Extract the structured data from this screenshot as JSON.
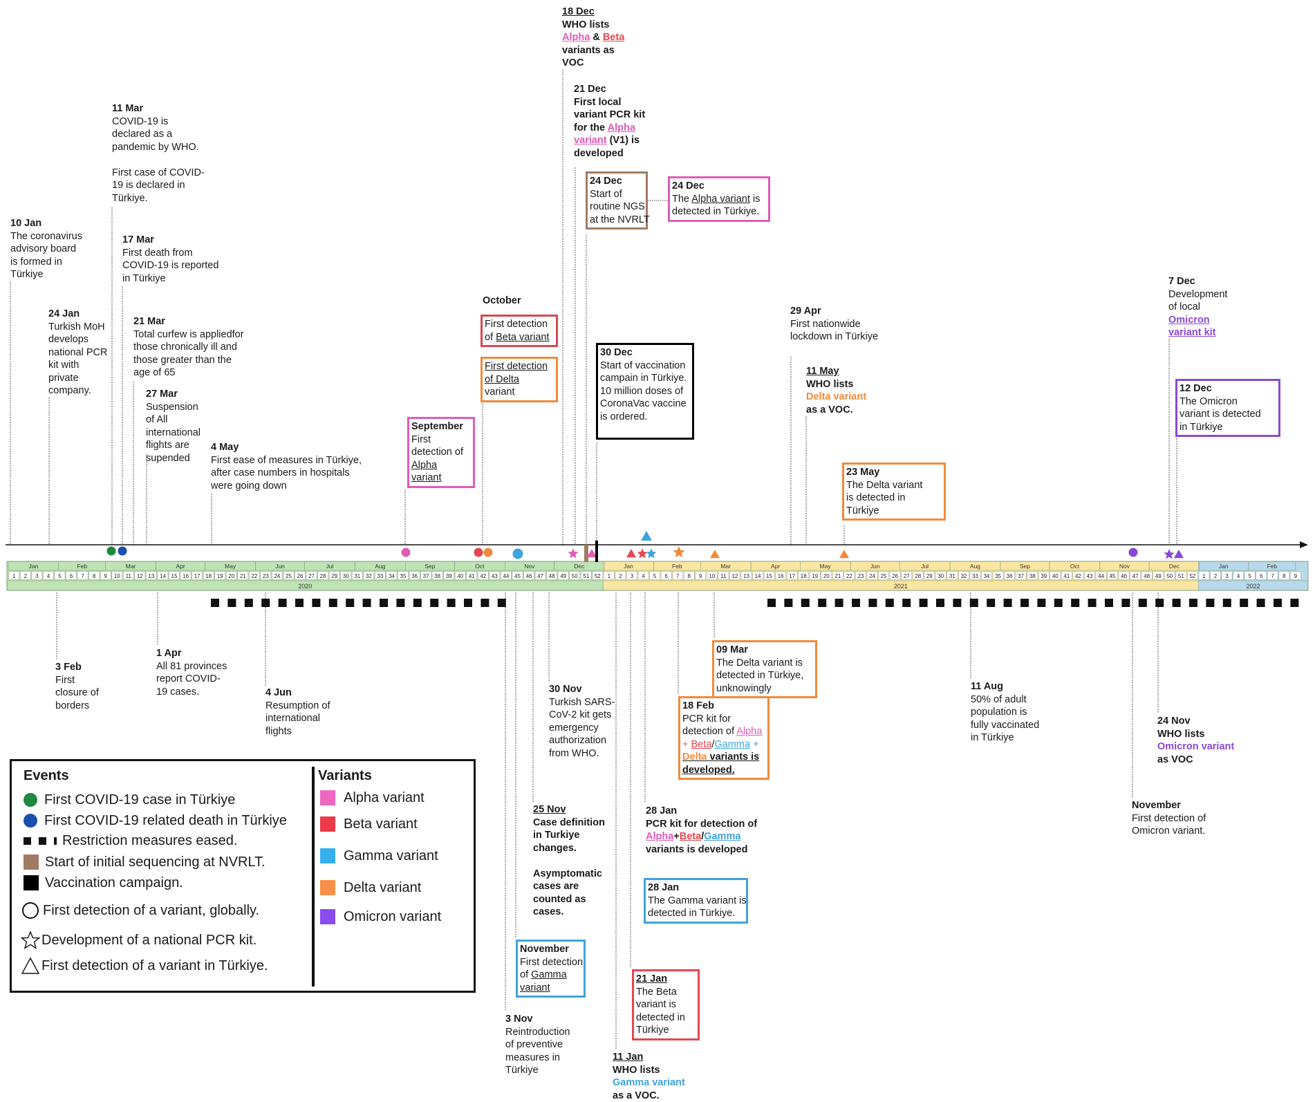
{
  "colors": {
    "alpha": "#e05bb6",
    "beta": "#e4474f",
    "gamma": "#3fa3dd",
    "delta": "#f08a3c",
    "omicron": "#8b48d6",
    "first_case": "#1d8a3f",
    "first_death": "#1a4fae",
    "sequencing": "#a27a62",
    "vaccination": "#000000",
    "band2020": "#bfe3b4",
    "band2021": "#fbe6a2",
    "band2022": "#b8d9ea"
  },
  "timeline": {
    "years": [
      "2020",
      "2021",
      "2022"
    ],
    "months2020": [
      "Jan",
      "Feb",
      "Mar",
      "Apr",
      "May",
      "Jun",
      "Jul",
      "Aug",
      "Sep",
      "Oct",
      "Nov",
      "Dec"
    ],
    "months2021": [
      "Jan",
      "Feb",
      "Mar",
      "Apr",
      "May",
      "Jun",
      "Jul",
      "Aug",
      "Sep",
      "Oct",
      "Nov",
      "Dec"
    ],
    "months2022": [
      "Jan",
      "Feb"
    ]
  },
  "events_above": [
    {
      "id": "jan10",
      "title": "10 Jan",
      "lines": [
        "The coronavirus",
        "advisory board",
        "is formed in",
        "Türkiye"
      ]
    },
    {
      "id": "jan24",
      "title": "24 Jan",
      "lines": [
        "Turkish MoH",
        "develops",
        "national PCR",
        "kit with",
        "private",
        "company."
      ]
    },
    {
      "id": "mar11",
      "title": "11 Mar",
      "lines": [
        "COVID-19 is",
        "declared as a",
        "pandemic by WHO.",
        "",
        "First case of COVID-",
        "19 is declared in",
        "Türkiye."
      ]
    },
    {
      "id": "mar17",
      "title": "17 Mar",
      "lines": [
        "First death from",
        "COVID-19 is reported",
        "in Türkiye"
      ]
    },
    {
      "id": "mar21",
      "title": "21 Mar",
      "lines": [
        "Total curfew is appliedfor",
        "those chronically ill and",
        "those greater than the",
        "age of 65"
      ]
    },
    {
      "id": "mar27",
      "title": "27 Mar",
      "lines": [
        "Suspension",
        "of All",
        "international",
        "flights are",
        "supended"
      ]
    },
    {
      "id": "may4",
      "title": "4 May",
      "lines": [
        "First ease of measures in Türkiye,",
        "after case numbers in hospitals",
        "were going down"
      ]
    },
    {
      "id": "sep",
      "title": "September",
      "lines": [
        "First",
        "detection of",
        "Alpha",
        "variant"
      ]
    },
    {
      "id": "oct_beta",
      "lines": [
        "First detection",
        "of Beta variant"
      ]
    },
    {
      "id": "oct_delta",
      "lines": [
        "First detection",
        "of Delta",
        "variant"
      ]
    },
    {
      "id": "dec18",
      "title": "18 Dec",
      "lines": [
        "WHO lists",
        "Alpha",
        "&",
        "Beta",
        "variants as",
        "VOC"
      ]
    },
    {
      "id": "dec21",
      "title": "21 Dec",
      "lines": [
        "First local",
        "variant PCR kit",
        "for the",
        "Alpha",
        "variant",
        "(V1) is",
        "developed"
      ]
    },
    {
      "id": "dec24a",
      "title": "24 Dec",
      "lines": [
        "Start of",
        "routine NGS",
        "at the NVRLT"
      ]
    },
    {
      "id": "dec24b",
      "title": "24 Dec",
      "lines": [
        "The",
        "Alpha variant",
        "is",
        "detected in Türkiye."
      ]
    },
    {
      "id": "dec30",
      "title": "30 Dec",
      "lines": [
        "Start of vaccination",
        "campain in Türkiye.",
        "10 million doses of",
        "CoronaVac vaccine",
        "is ordered."
      ]
    },
    {
      "id": "apr29",
      "title": "29 Apr",
      "lines": [
        "First nationwide",
        "lockdown in Türkiye"
      ]
    },
    {
      "id": "may11",
      "title": "11 May",
      "lines": [
        "WHO lists",
        "Delta variant",
        "as a VOC."
      ]
    },
    {
      "id": "may23",
      "title": "23 May",
      "lines": [
        "The Delta variant",
        "is detected in",
        "Türkiye"
      ]
    },
    {
      "id": "dec7",
      "title": "7 Dec",
      "lines": [
        "Development",
        "of local",
        "Omicron",
        "variant kit"
      ]
    },
    {
      "id": "dec12",
      "title": "12 Dec",
      "lines": [
        "The Omicron",
        "variant is detected",
        "in Türkiye"
      ]
    }
  ],
  "labels": {
    "october": "October"
  },
  "events_below": [
    {
      "id": "feb3",
      "title": "3 Feb",
      "lines": [
        "First",
        "closure of",
        "borders"
      ]
    },
    {
      "id": "apr1",
      "title": "1 Apr",
      "lines": [
        "All 81 provinces",
        "report COVID-",
        "19 cases."
      ]
    },
    {
      "id": "jun4",
      "title": "4 Jun",
      "lines": [
        "Resumption of",
        "international",
        "flights"
      ]
    },
    {
      "id": "nov3",
      "title": "3 Nov",
      "lines": [
        "Reintroduction",
        "of preventive",
        "measures in",
        "Türkiye"
      ]
    },
    {
      "id": "nov_gamma",
      "title": "November",
      "lines": [
        "First detection",
        "of",
        "Gamma",
        "variant"
      ]
    },
    {
      "id": "nov25",
      "title": "25 Nov",
      "lines": [
        "Case definition",
        "in Turkiye",
        "changes.",
        "",
        "Asymptomatic",
        "cases are",
        "counted  as",
        "cases."
      ]
    },
    {
      "id": "nov30",
      "title": "30 Nov",
      "lines": [
        "Turkish SARS-",
        "CoV-2 kit gets",
        "emergency",
        "authorization",
        "from WHO."
      ]
    },
    {
      "id": "jan11",
      "title": "11 Jan",
      "lines": [
        "WHO lists",
        "Gamma variant",
        "as a VOC."
      ]
    },
    {
      "id": "jan21",
      "title": "21 Jan",
      "lines": [
        "The Beta",
        "variant is",
        "detected in",
        "Türkiye"
      ]
    },
    {
      "id": "jan28a",
      "title": "28 Jan",
      "lines": [
        "PCR kit for detection of",
        "Alpha",
        "+",
        "Beta",
        "/",
        "Gamma",
        "variants is developed"
      ]
    },
    {
      "id": "jan28b",
      "title": "28 Jan",
      "lines": [
        "The Gamma variant is",
        "detected in Türkiye."
      ]
    },
    {
      "id": "feb18",
      "title": "18 Feb",
      "lines": [
        "PCR kit for",
        "detection of",
        "Alpha",
        "+",
        "Beta",
        "/",
        "Gamma",
        "+",
        "Delta",
        "variants is",
        "developed."
      ]
    },
    {
      "id": "mar09",
      "title": "09 Mar",
      "lines": [
        "The Delta variant is",
        "detected in Türkiye,",
        "unknowingly"
      ]
    },
    {
      "id": "aug11",
      "title": "11 Aug",
      "lines": [
        "50% of adult",
        "population is",
        "fully vaccinated",
        "in Türkiye"
      ]
    },
    {
      "id": "nov_omi",
      "title": "November",
      "lines": [
        "First detection of",
        "Omicron variant."
      ]
    },
    {
      "id": "nov24",
      "title": "24 Nov",
      "lines": [
        "WHO lists",
        "Omicron variant",
        "as VOC"
      ]
    }
  ],
  "legend": {
    "events_title": "Events",
    "variants_title": "Variants",
    "events": [
      {
        "icon": "green-circle-icon",
        "label": "First COVID-19 case in Türkiye"
      },
      {
        "icon": "blue-circle-icon",
        "label": "First COVID-19 related death in Türkiye"
      },
      {
        "icon": "dashed-squares-icon",
        "label": "Restriction measures eased."
      },
      {
        "icon": "brown-square-icon",
        "label": "Start of initial sequencing at NVRLT."
      },
      {
        "icon": "black-square-icon",
        "label": "Vaccination campaign."
      },
      {
        "icon": "circle-outline-icon",
        "label": "First detection of a variant, globally."
      },
      {
        "icon": "star-outline-icon",
        "label": "Development of a national PCR kit."
      },
      {
        "icon": "triangle-outline-icon",
        "label": "First detection of a variant in Türkiye."
      }
    ],
    "variants": [
      {
        "icon": "alpha-square-icon",
        "label": "Alpha variant"
      },
      {
        "icon": "beta-square-icon",
        "label": "Beta variant"
      },
      {
        "icon": "gamma-square-icon",
        "label": "Gamma variant"
      },
      {
        "icon": "delta-square-icon",
        "label": "Delta variant"
      },
      {
        "icon": "omicron-square-icon",
        "label": "Omicron variant"
      }
    ]
  }
}
